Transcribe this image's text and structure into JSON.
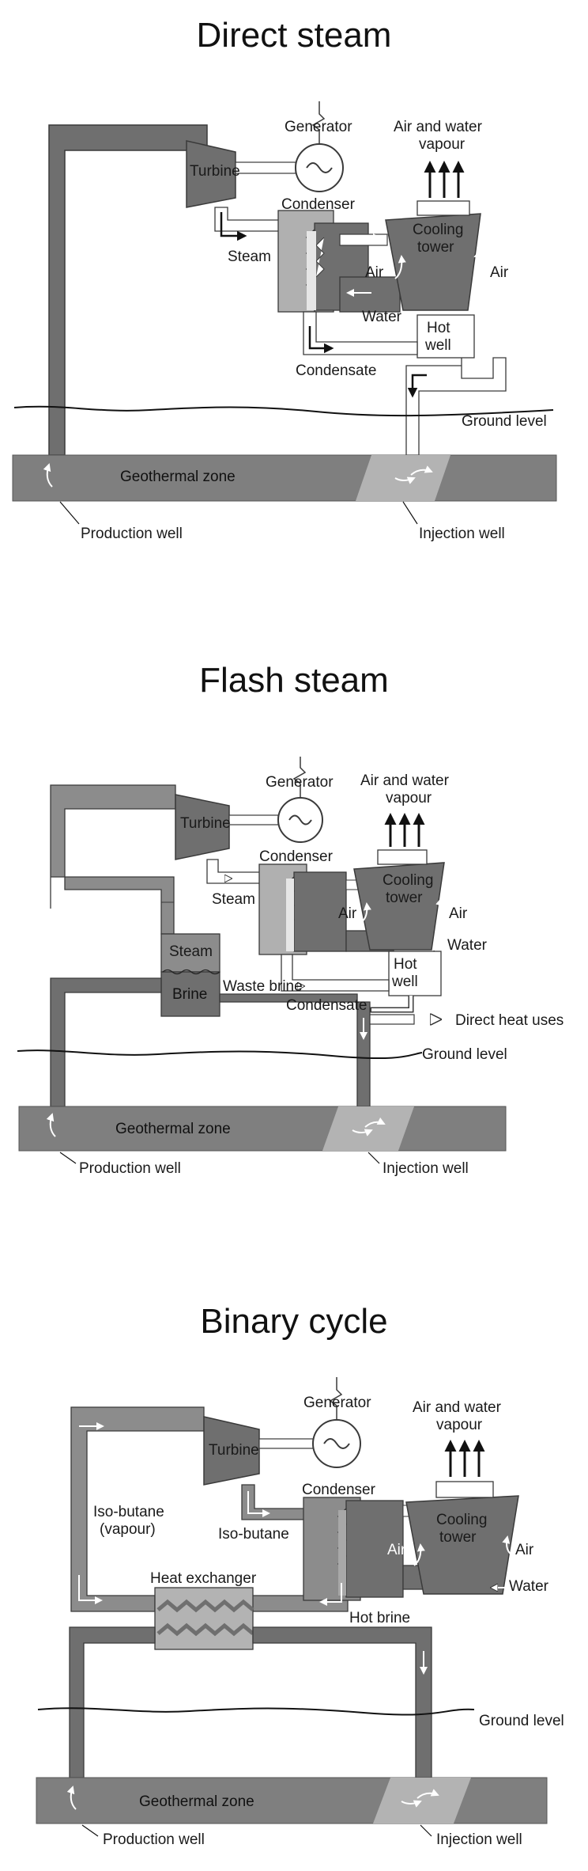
{
  "direct": {
    "title": "Direct steam",
    "generator": "Generator",
    "air_water_vapour_1": "Air and water",
    "air_water_vapour_2": "vapour",
    "turbine": "Turbine",
    "condenser": "Condenser",
    "cooling_tower_1": "Cooling",
    "cooling_tower_2": "tower",
    "steam": "Steam",
    "air_left": "Air",
    "air_right": "Air",
    "water": "Water",
    "hot_well_1": "Hot",
    "hot_well_2": "well",
    "condensate": "Condensate",
    "ground_level": "Ground level",
    "geothermal_zone": "Geothermal zone",
    "production_well": "Production well",
    "injection_well": "Injection well"
  },
  "flash": {
    "title": "Flash steam",
    "generator": "Generator",
    "air_water_vapour_1": "Air and water",
    "air_water_vapour_2": "vapour",
    "turbine": "Turbine",
    "condenser": "Condenser",
    "cooling_tower_1": "Cooling",
    "cooling_tower_2": "tower",
    "steam_pipe": "Steam",
    "air_left": "Air",
    "air_right": "Air",
    "water": "Water",
    "steam_tank": "Steam",
    "brine": "Brine",
    "condensate": "Condensate",
    "hot_well_1": "Hot",
    "hot_well_2": "well",
    "waste_brine": "Waste brine",
    "direct_heat_uses": "Direct heat uses",
    "ground_level": "Ground level",
    "geothermal_zone": "Geothermal zone",
    "production_well": "Production well",
    "injection_well": "Injection well"
  },
  "binary": {
    "title": "Binary cycle",
    "generator": "Generator",
    "air_water_vapour_1": "Air and water",
    "air_water_vapour_2": "vapour",
    "turbine": "Turbine",
    "condenser": "Condenser",
    "iso_butane_vapour_1": "Iso-butane",
    "iso_butane_vapour_2": "(vapour)",
    "iso_butane": "Iso-butane",
    "cooling_tower_1": "Cooling",
    "cooling_tower_2": "tower",
    "air_left": "Air",
    "air_right": "Air",
    "water": "Water",
    "heat_exchanger": "Heat exchanger",
    "hot_brine": "Hot brine",
    "ground_level": "Ground level",
    "geothermal_zone": "Geothermal zone",
    "production_well": "Production well",
    "injection_well": "Injection well"
  },
  "colors": {
    "pipe_dark": "#6f6f6f",
    "pipe_mid": "#8c8c8c",
    "zone": "#7f7f7f",
    "zone_light": "#b3b3b3",
    "condenser_light": "#b0b0b0",
    "outline": "#3a3a3a"
  }
}
